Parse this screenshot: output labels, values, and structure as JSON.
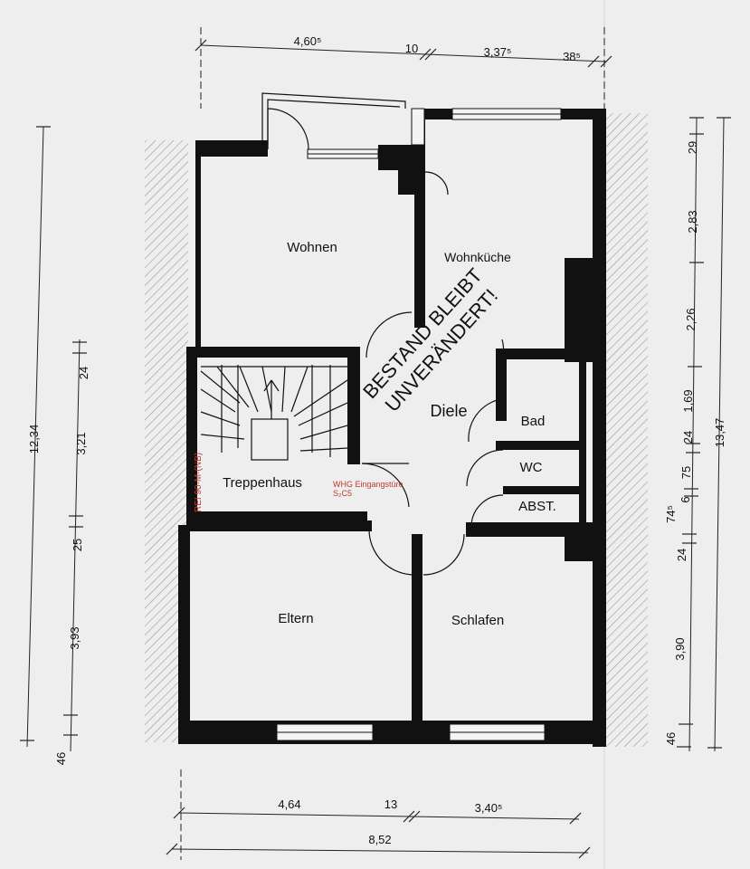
{
  "rooms": {
    "wohnen": "Wohnen",
    "wohnkueche": "Wohnküche",
    "diele": "Diele",
    "bad": "Bad",
    "wc": "WC",
    "abst": "ABST.",
    "treppenhaus": "Treppenhaus",
    "eltern": "Eltern",
    "schlafen": "Schlafen"
  },
  "annotations": {
    "stamp_line1": "BESTAND BLEIBT",
    "stamp_line2": "UNVERÄNDERT!",
    "wall_rating": "REI 90-M-(NB)",
    "door_note": "WHG Eingangstüre",
    "door_class": "S₂C5"
  },
  "dimensions": {
    "top": [
      "4,60⁵",
      "10",
      "3,37⁵",
      "38⁵"
    ],
    "bottom": [
      "4,64",
      "13",
      "3,40⁵"
    ],
    "bottom_total": "8,52",
    "left_outer_total": "12,34",
    "left_inner": [
      "24",
      "3,21",
      "25",
      "3,93",
      "46"
    ],
    "right_inner": [
      "29",
      "2,83",
      "2,26",
      "1,69",
      "24",
      "75",
      "6",
      "24",
      "3,90",
      "46"
    ],
    "right_group": "74⁵",
    "right_total": "13,47"
  },
  "colors": {
    "wall": "#111111",
    "stamp": "#111111",
    "annotation": "#c0392b"
  }
}
